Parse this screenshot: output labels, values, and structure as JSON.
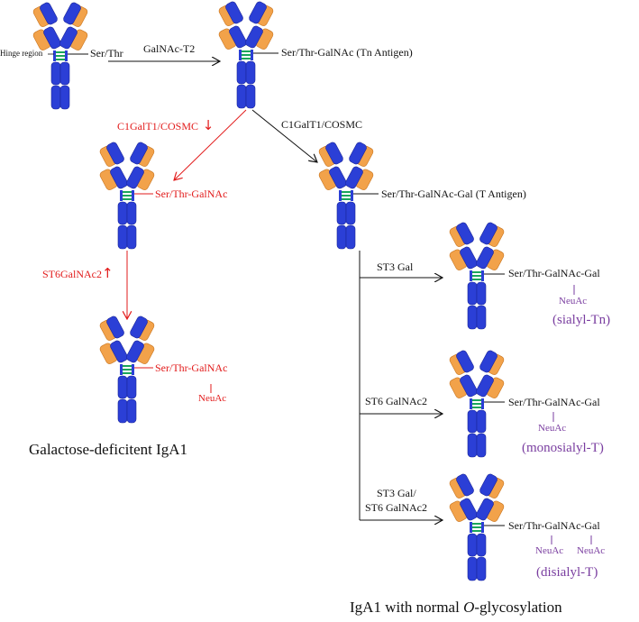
{
  "colors": {
    "heavy_chain": "#2b3fd6",
    "light_chain": "#f2a24a",
    "hinge": "#1aa55a",
    "arrow_black": "#111111",
    "arrow_red": "#e21b1b",
    "sialyl_text": "#7a3ea0"
  },
  "antibodies": [
    {
      "name": "antibody-icon"
    },
    {
      "name": "antibody-icon"
    },
    {
      "name": "antibody-icon"
    },
    {
      "name": "antibody-icon"
    },
    {
      "name": "antibody-icon"
    },
    {
      "name": "antibody-icon"
    },
    {
      "name": "antibody-icon"
    },
    {
      "name": "antibody-icon"
    }
  ],
  "labels": {
    "hinge_region": "Hinge region",
    "ser_thr": "Ser/Thr",
    "enzyme_galnac_t2": "GalNAc-T2",
    "tn_antigen": "Ser/Thr-GalNAc  (Tn Antigen)",
    "c1galt1_red": "C1GalT1/COSMC",
    "c1galt1_black": "C1GalT1/COSMC",
    "ser_thr_galnac_red": "Ser/Thr-GalNAc",
    "t_antigen": "Ser/Thr-GalNAc-Gal  (T Antigen)",
    "st6galnac2_red": "ST6GalNAc2",
    "gd_ser_thr_galnac": "Ser/Thr-GalNAc",
    "gd_neuac": "NeuAc",
    "gd_title": "Galactose-deficitent IgA1",
    "st3_gal": "ST3 Gal",
    "sialyl_tn_sugar": "Ser/Thr-GalNAc-Gal",
    "sialyl_tn_neuac": "NeuAc",
    "sialyl_tn_name": "(sialyl-Tn)",
    "st6_galnac2": "ST6 GalNAc2",
    "monosialyl_sugar": "Ser/Thr-GalNAc-Gal",
    "monosialyl_neuac": "NeuAc",
    "monosialyl_name": "(monosialyl-T)",
    "st3_gal_slash": "ST3 Gal/",
    "st6_galnac2_b": "ST6 GalNAc2",
    "disialyl_sugar": "Ser/Thr-GalNAc-Gal",
    "disialyl_neuac_1": "NeuAc",
    "disialyl_neuac_2": "NeuAc",
    "disialyl_name": "(disialyl-T)",
    "normal_title_prefix": "IgA1 with normal ",
    "normal_title_italic": "O",
    "normal_title_suffix": "-glycosylation"
  }
}
